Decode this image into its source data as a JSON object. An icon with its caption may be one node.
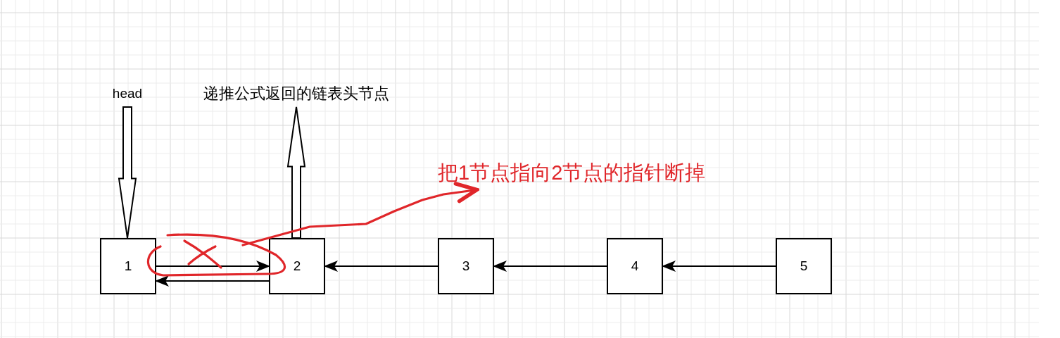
{
  "diagram": {
    "nodes": [
      {
        "text": [
          "head"
        ]
      },
      {
        "text": [
          "递推公式返回的链表头节点"
        ]
      },
      {
        "text": [
          "1"
        ]
      },
      {
        "text": [
          "2"
        ]
      },
      {
        "text": [
          "3"
        ]
      },
      {
        "text": [
          "4"
        ]
      },
      {
        "text": [
          "5"
        ]
      },
      {
        "text": [
          "把1节点指向2节点的指针断掉"
        ]
      }
    ],
    "edges": [
      {
        "from": 0,
        "to": 2,
        "arrow": "to",
        "style": "thick"
      },
      {
        "from": 3,
        "to": 1,
        "arrow": "to",
        "style": "thick"
      },
      {
        "from": 2,
        "to": 3,
        "arrow": "to"
      },
      {
        "from": 3,
        "to": 2,
        "arrow": "to"
      },
      {
        "from": 4,
        "to": 3,
        "arrow": "to"
      },
      {
        "from": 5,
        "to": 4,
        "arrow": "to"
      },
      {
        "from": 6,
        "to": 5,
        "arrow": "to"
      },
      {
        "from": null,
        "to": 7,
        "arrow": "to",
        "color": "#e0262a"
      }
    ]
  }
}
